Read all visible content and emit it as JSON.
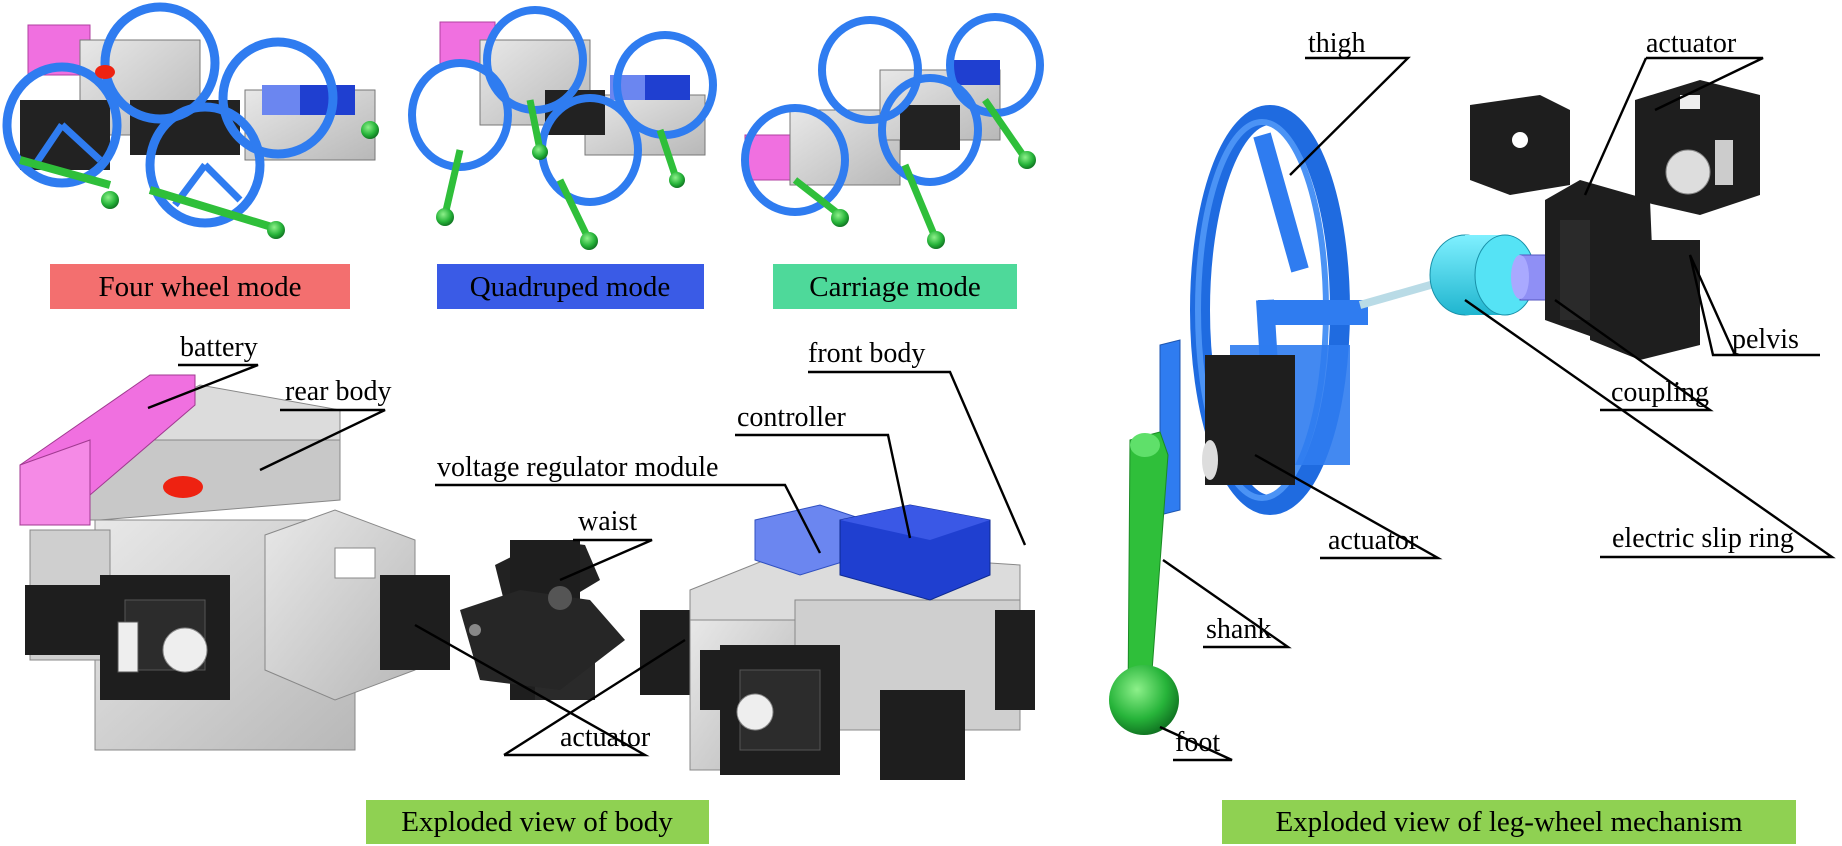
{
  "modes": {
    "four_wheel": {
      "label": "Four wheel mode",
      "color": "#f36f6f"
    },
    "quadruped": {
      "label": "Quadruped mode",
      "color": "#3a5be6"
    },
    "carriage": {
      "label": "Carriage mode",
      "color": "#4ed99a"
    }
  },
  "body_view": {
    "caption": "Exploded view of body",
    "caption_color": "#8fd152",
    "labels": {
      "battery": "battery",
      "rear_body": "rear body",
      "voltage_regulator": "voltage regulator module",
      "waist": "waist",
      "controller": "controller",
      "front_body": "front body",
      "actuator": "actuator"
    }
  },
  "leg_view": {
    "caption": "Exploded view of leg-wheel mechanism",
    "caption_color": "#8fd152",
    "labels": {
      "thigh": "thigh",
      "actuator_top": "actuator",
      "pelvis": "pelvis",
      "coupling": "coupling",
      "electric_slip_ring": "electric slip ring",
      "actuator_mid": "actuator",
      "shank": "shank",
      "foot": "foot"
    }
  },
  "component_colors": {
    "battery": "#f070e0",
    "body_shell": "#d4d4d4",
    "actuator": "#1e1e1e",
    "controller": "#1f3fd0",
    "regulator": "#6b86f0",
    "wheel": "#2f7cf0",
    "shank": "#2fbf3a",
    "slip_ring": "#37d8ec",
    "coupling": "#8f8ff5"
  }
}
